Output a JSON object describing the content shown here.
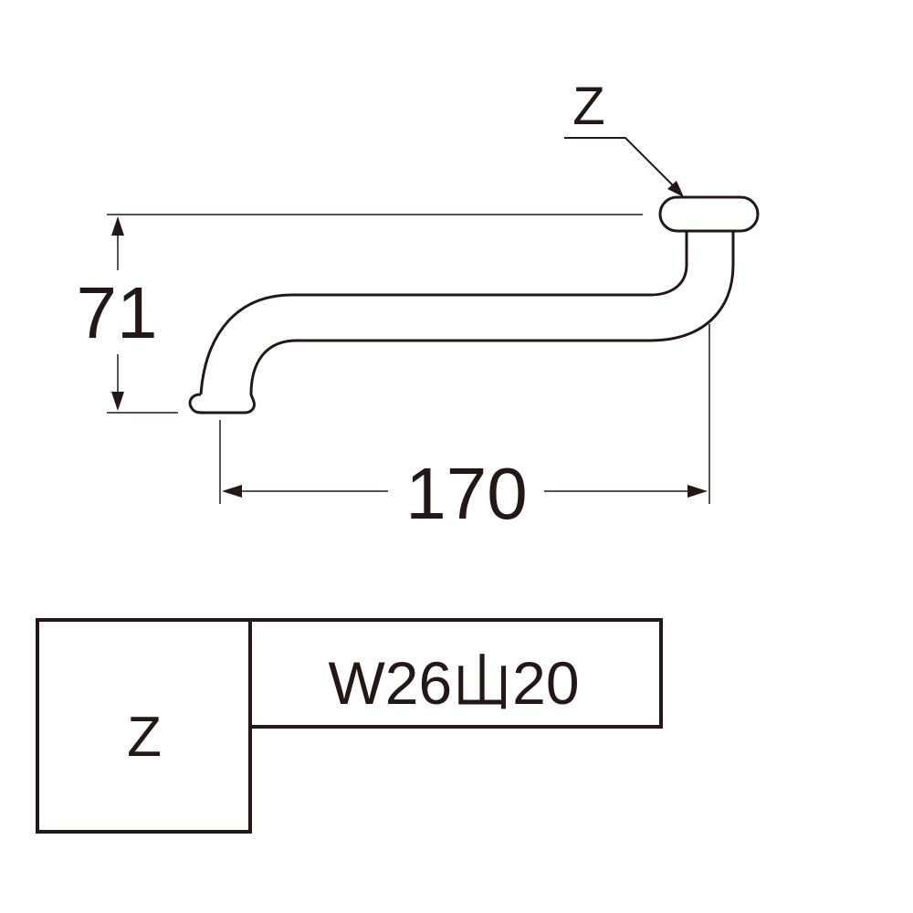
{
  "drawing": {
    "thread_callout": "Z",
    "height_dimension": "71",
    "length_dimension": "170"
  },
  "spec_table": {
    "key": "Z",
    "value": "W26山20"
  },
  "colors": {
    "line": "#231815",
    "background": "#ffffff"
  }
}
